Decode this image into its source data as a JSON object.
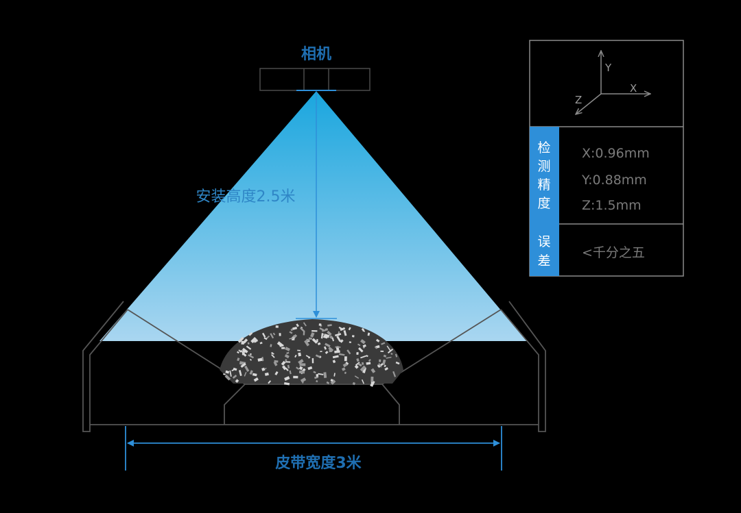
{
  "camera": {
    "label": "相机"
  },
  "install_height": {
    "label": "安装高度2.5米"
  },
  "belt_width": {
    "label": "皮带宽度3米"
  },
  "axes": {
    "x": "X",
    "y": "Y",
    "z": "Z"
  },
  "specs": {
    "precision": {
      "chars": [
        "检",
        "测",
        "精",
        "度"
      ],
      "values": [
        "X:0.96mm",
        "Y:0.88mm",
        "Z:1.5mm"
      ]
    },
    "error": {
      "chars": [
        "误",
        "差"
      ],
      "value": "<千分之五"
    }
  },
  "colors": {
    "accent": "#2e8fd9",
    "beam_top": "#1aa6de",
    "beam_bottom": "#a9d6f0",
    "label_dark_blue": "#1f6fb2",
    "frame": "#555555"
  }
}
